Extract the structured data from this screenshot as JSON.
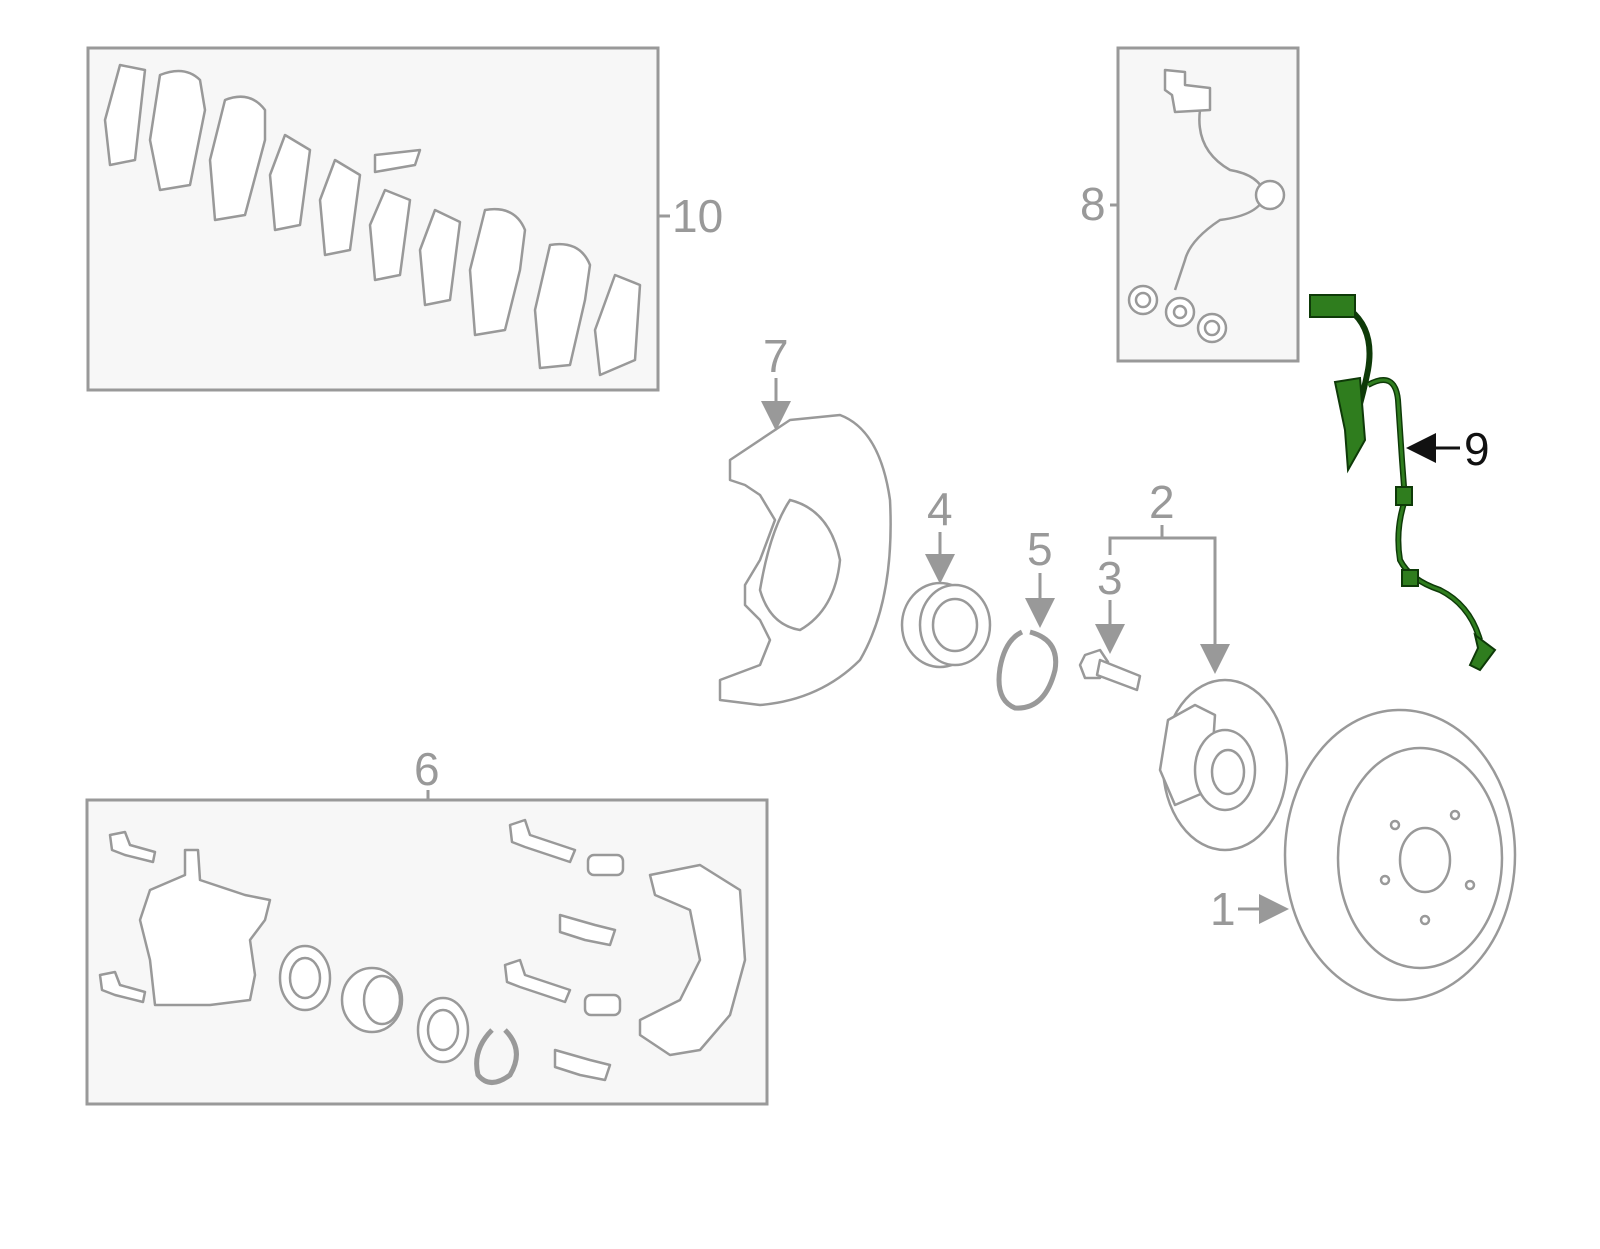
{
  "diagram": {
    "callouts": [
      {
        "id": "1",
        "label": "1"
      },
      {
        "id": "2",
        "label": "2"
      },
      {
        "id": "3",
        "label": "3"
      },
      {
        "id": "4",
        "label": "4"
      },
      {
        "id": "5",
        "label": "5"
      },
      {
        "id": "6",
        "label": "6"
      },
      {
        "id": "7",
        "label": "7"
      },
      {
        "id": "8",
        "label": "8"
      },
      {
        "id": "9",
        "label": "9"
      },
      {
        "id": "10",
        "label": "10"
      }
    ],
    "highlight_color": "#2f7d1e",
    "line_color": "#999999"
  }
}
